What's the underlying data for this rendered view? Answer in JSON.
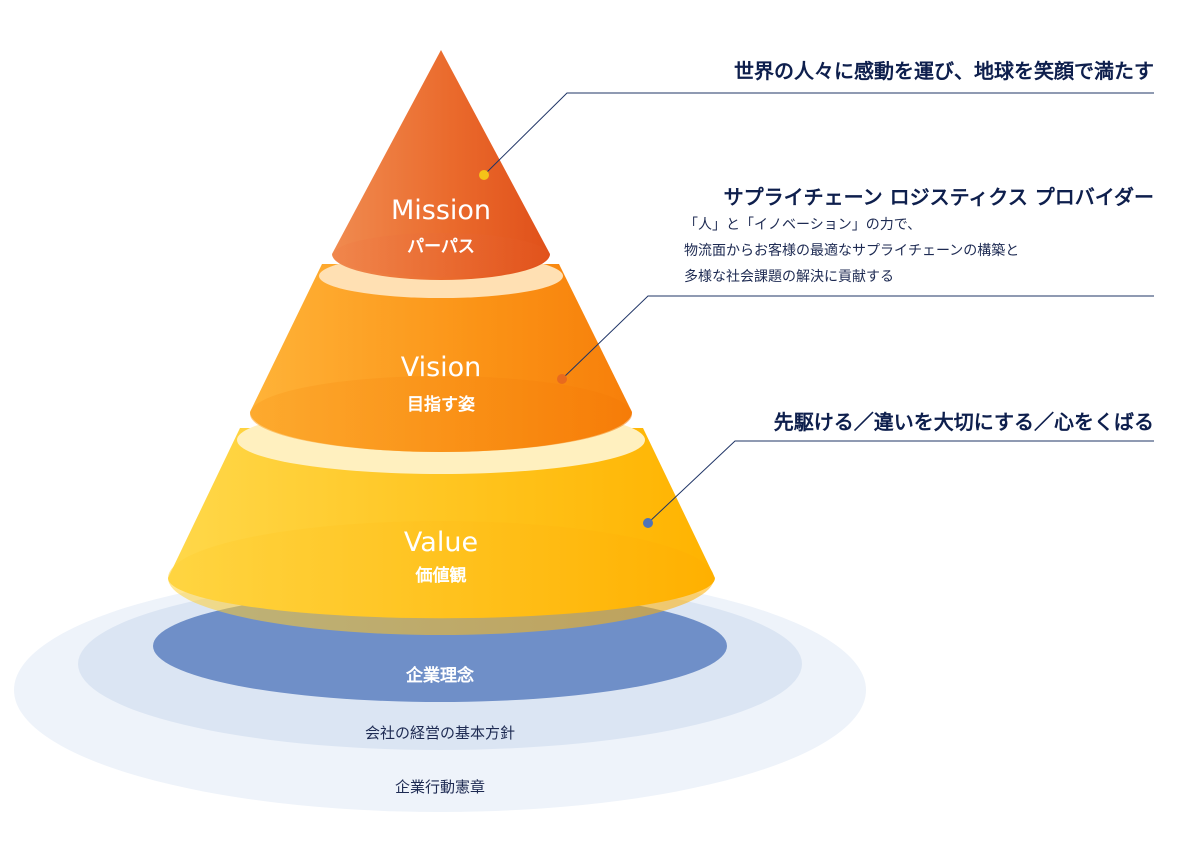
{
  "pyramid": {
    "mission": {
      "title": "Mission",
      "subtitle": "パーパス"
    },
    "vision": {
      "title": "Vision",
      "subtitle": "目指す姿"
    },
    "value": {
      "title": "Value",
      "subtitle": "価値観"
    }
  },
  "base": {
    "inner_label": "企業理念",
    "middle_label": "会社の経営の基本方針",
    "outer_label": "企業行動憲章"
  },
  "annotations": {
    "mission_text": "世界の人々に感動を運び、地球を笑顔で満たす",
    "vision_heading": "サプライチェーン ロジスティクス プロバイダー",
    "vision_lines": [
      "「人」と「イノベーション」の力で、",
      "物流面からお客様の最適なサプライチェーンの構築と",
      "多様な社会課題の解決に貢献する"
    ],
    "value_text": "先駆ける／違いを大切にする／心をくばる"
  },
  "colors": {
    "mission": "#ea6a2c",
    "vision": "#fb9316",
    "value": "#ffc21a",
    "base_inner": "#6f8fc8",
    "base_middle": "#dbe5f3",
    "base_outer": "#eef3fa",
    "text_dark": "#0e1f4d",
    "leader_line": "#1f3466",
    "dot_mission": "#f5c218",
    "dot_vision": "#e86a1e",
    "dot_value": "#4f73b8"
  }
}
